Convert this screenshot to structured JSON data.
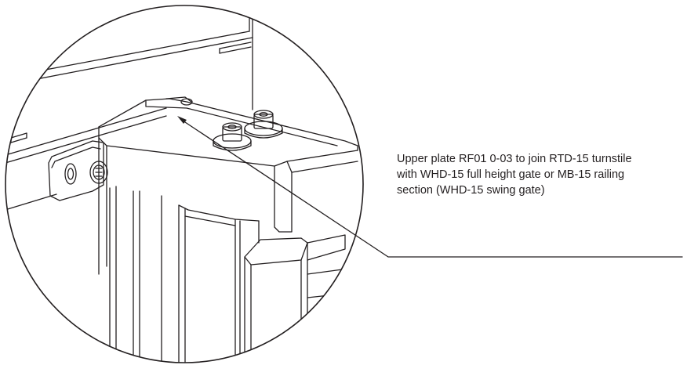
{
  "callout": {
    "lines": [
      "Upper plate RF01 0-03 to join RTD-15 turnstile",
      "with WHD-15 full height gate or MB-15 railing",
      "section (WHD-15 swing gate)"
    ]
  },
  "colors": {
    "line": "#231f20",
    "background": "#ffffff"
  }
}
